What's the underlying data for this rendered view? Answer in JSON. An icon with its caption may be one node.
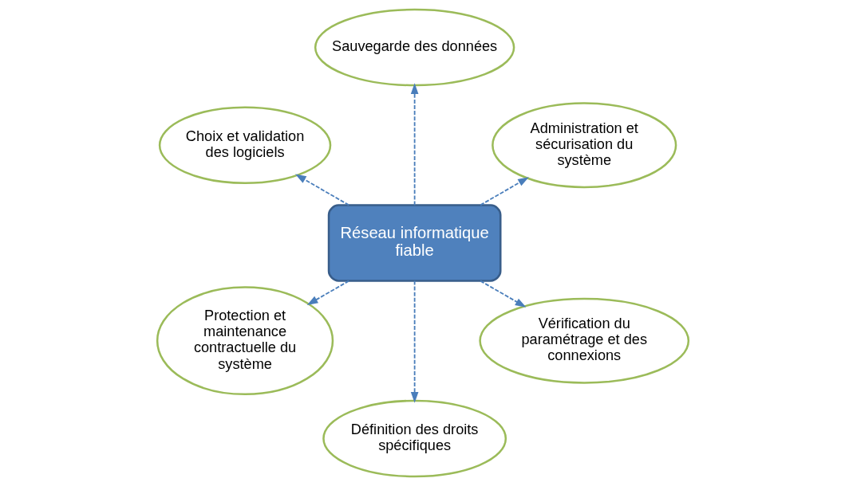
{
  "diagram": {
    "nodes": [
      {
        "text": [
          "Réseau informatique fiable"
        ]
      },
      {
        "text": [
          "Administration et sécurisation du système"
        ]
      },
      {
        "text": [
          "Sauvegarde des données"
        ]
      },
      {
        "text": [
          "Choix et validation des logiciels"
        ]
      },
      {
        "text": [
          "Protection et maintenance contractuelle du système"
        ]
      },
      {
        "text": [
          "Définition des droits spécifiques"
        ]
      },
      {
        "text": [
          "Vérification du paramétrage et des connexions"
        ]
      }
    ],
    "edges": [
      {
        "from": 0,
        "to": 1,
        "arrow": "to",
        "style": "dashed"
      },
      {
        "from": 0,
        "to": 2,
        "arrow": "to",
        "style": "dashed"
      },
      {
        "from": 0,
        "to": 3,
        "arrow": "to",
        "style": "dashed"
      },
      {
        "from": 0,
        "to": 4,
        "arrow": "to",
        "style": "dashed"
      },
      {
        "from": 0,
        "to": 5,
        "arrow": "to",
        "style": "dashed"
      },
      {
        "from": 0,
        "to": 6,
        "arrow": "to",
        "style": "dashed"
      }
    ]
  }
}
